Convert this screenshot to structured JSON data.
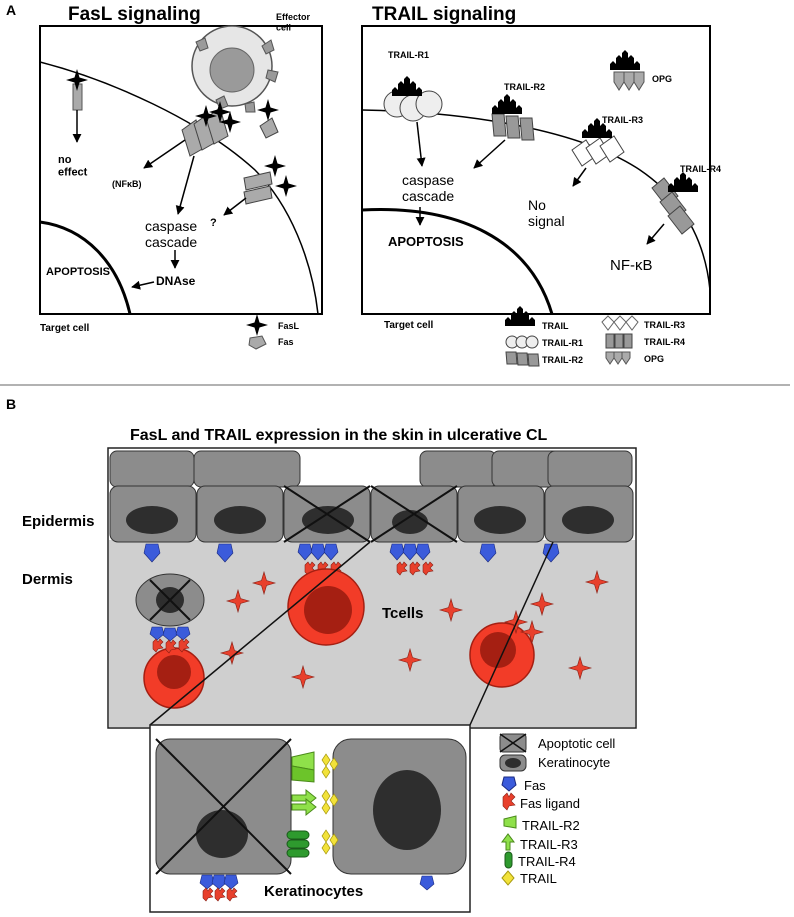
{
  "panel_a": {
    "letter": "A",
    "fasl": {
      "title": "FasL signaling",
      "effector_cell": "Effector\ncell",
      "no_effect": "no\neffect",
      "nfkb": "(NFκB)",
      "caspase": "caspase\ncascade",
      "question": "?",
      "apoptosis": "APOPTOSIS",
      "dnase": "DNAse",
      "target_cell": "Target cell",
      "legend_fasl": "FasL",
      "legend_fas": "Fas"
    },
    "trail": {
      "title": "TRAIL signaling",
      "r1": "TRAIL-R1",
      "r2": "TRAIL-R2",
      "r3": "TRAIL-R3",
      "r4": "TRAIL-R4",
      "opg": "OPG",
      "caspase": "caspase\ncascade",
      "apoptosis": "APOPTOSIS",
      "no_signal": "No\nsignal",
      "nfkb": "NF-κB",
      "target_cell": "Target cell",
      "legend": {
        "trail": "TRAIL",
        "r1": "TRAIL-R1",
        "r2": "TRAIL-R2",
        "r3": "TRAIL-R3",
        "r4": "TRAIL-R4",
        "opg": "OPG"
      }
    }
  },
  "panel_b": {
    "letter": "B",
    "title": "FasL and TRAIL expression in the skin in ulcerative CL",
    "epidermis": "Epidermis",
    "dermis": "Dermis",
    "tcells": "Tcells",
    "keratinocytes": "Keratinocytes",
    "legend": {
      "apoptotic": "Apoptotic cell",
      "keratinocyte": "Keratinocyte",
      "fas": "Fas",
      "fas_ligand": "Fas ligand",
      "trail_r2": "TRAIL-R2",
      "trail_r3": "TRAIL-R3",
      "trail_r4": "TRAIL-R4",
      "trail": "TRAIL"
    }
  },
  "colors": {
    "fas_blue": "#3b5bdb",
    "fasl_red": "#e8402c",
    "tcell_red": "#f23c28",
    "tcell_dark": "#a51f12",
    "dermis_gray": "#cfcfcf",
    "cell_gray": "#8c8c8c",
    "nucleus": "#2e2e2e",
    "trail_r2_green": "#8fe04a",
    "trail_r4_green": "#2e9a2e",
    "trail_yellow": "#f2e23a"
  }
}
